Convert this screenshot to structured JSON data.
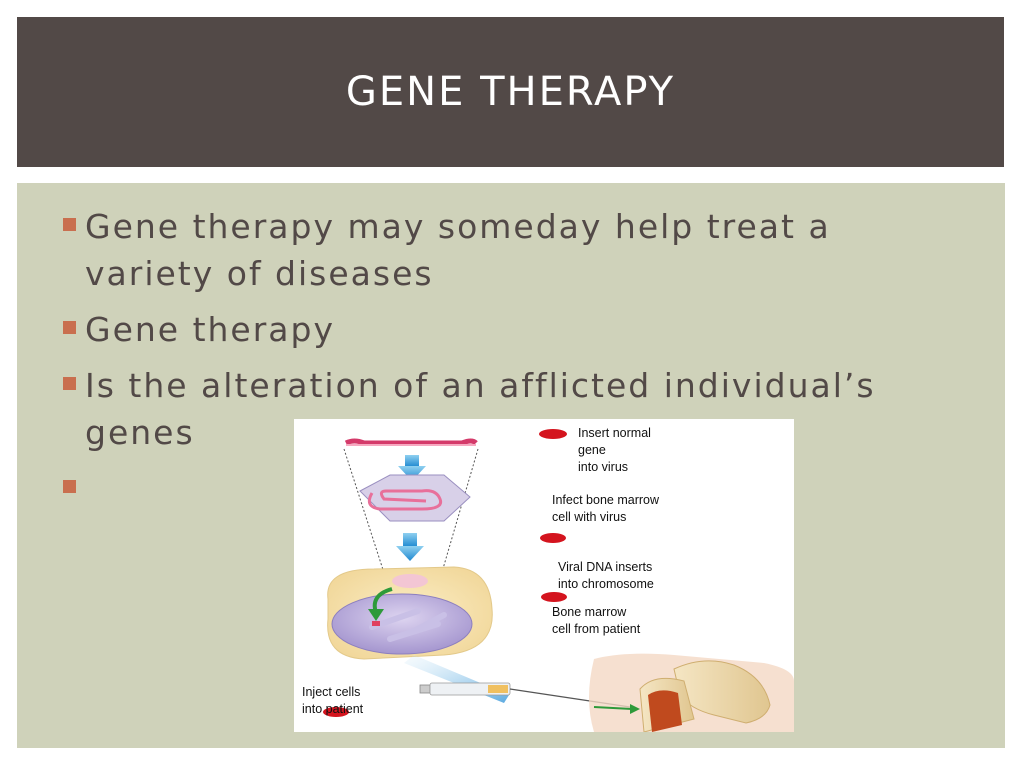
{
  "slide": {
    "title": "GENE THERAPY",
    "bullets": [
      {
        "text": "Gene therapy may someday help treat a variety of diseases"
      },
      {
        "text": "Gene therapy"
      },
      {
        "text": "Is the alteration of an afflicted individual’s genes"
      },
      {
        "text": ""
      }
    ]
  },
  "figure": {
    "labels": {
      "insert_gene": "Insert normal\ngene\ninto virus",
      "infect_cell": "Infect bone marrow\ncell with virus",
      "viral_dna": "Viral DNA inserts\ninto chromosome",
      "bone_marrow": "Bone marrow\ncell from patient",
      "inject": "Inject cells\ninto patient"
    }
  },
  "colors": {
    "title_bg": "#524947",
    "content_bg": "#cfd2ba",
    "bullet_accent": "#c96f4f",
    "text": "#524947"
  }
}
